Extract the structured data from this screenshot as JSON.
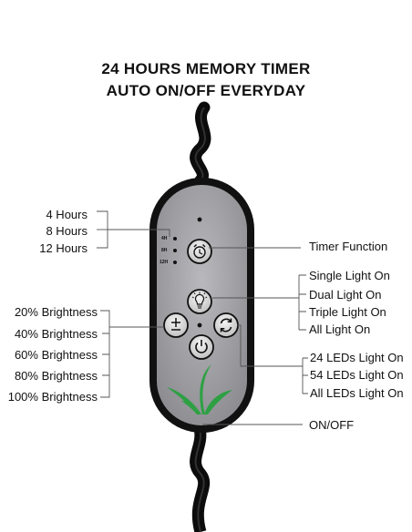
{
  "headline": {
    "line1": "24 HOURS MEMORY TIMER",
    "line2": "AUTO ON/OFF EVERYDAY"
  },
  "timer_labels": [
    "4 Hours",
    "8 Hours",
    "12 Hours"
  ],
  "timer_indicators": [
    "4H",
    "8H",
    "12H"
  ],
  "brightness_labels": [
    "20% Brightness",
    "40% Brightness",
    "60% Brightness",
    "80% Brightness",
    "100% Brightness"
  ],
  "timer_function_label": "Timer Function",
  "light_mode_labels": [
    "Single Light On",
    "Dual Light On",
    "Triple Light On",
    "All Light On"
  ],
  "led_labels": [
    "24 LEDs Light On",
    "54 LEDs Light On",
    "All LEDs Light On"
  ],
  "power_label": "ON/OFF",
  "colors": {
    "controller_body": "#a7a7ab",
    "controller_rim": "#111111",
    "leaf": "#2ea043"
  }
}
